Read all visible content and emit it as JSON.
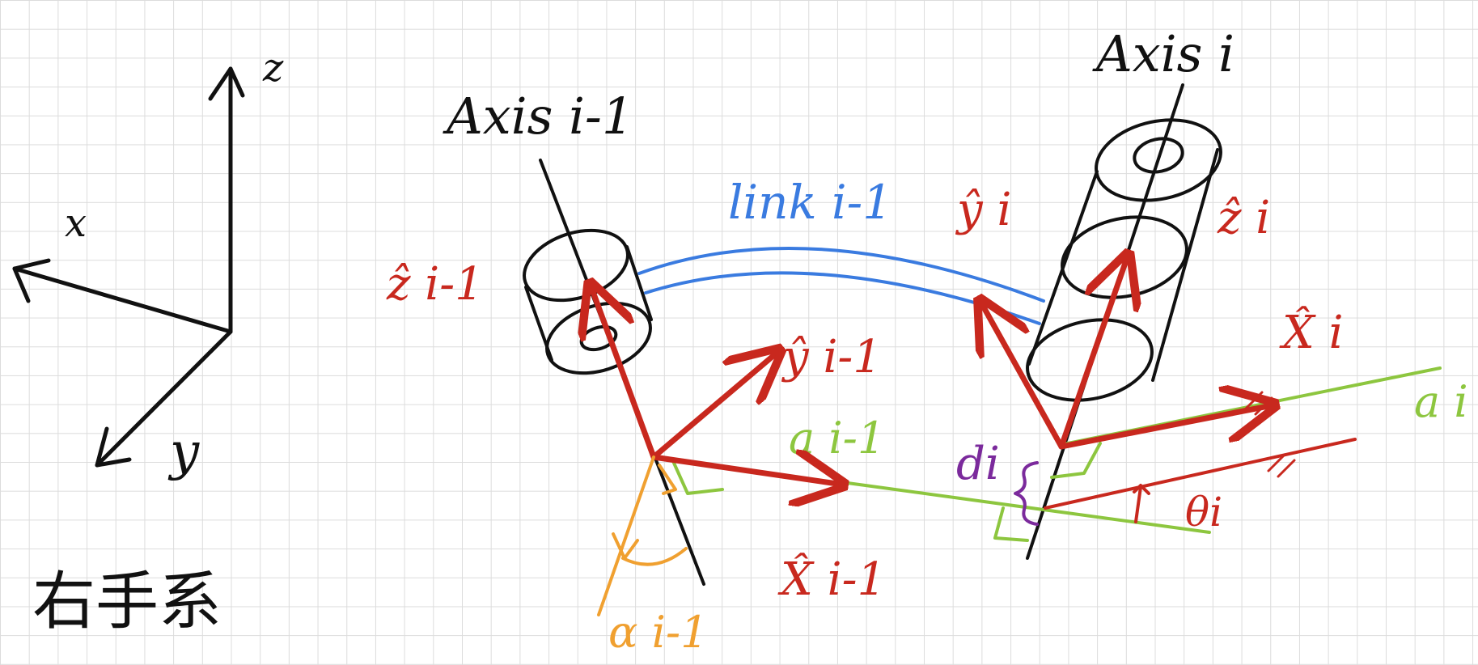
{
  "colors": {
    "black": "#111111",
    "red": "#c8281e",
    "blue": "#3a7be0",
    "green": "#8dc63f",
    "orange": "#f0a030",
    "purple": "#7b2a9c",
    "grid": "#dcdcdc"
  },
  "coordinate_frame": {
    "x_label": "x",
    "y_label": "y",
    "z_label": "z",
    "caption": "右手系"
  },
  "axis_labels": {
    "axis_prev": "Axis i-1",
    "axis_curr": "Axis i"
  },
  "link_label": "link i-1",
  "vector_labels": {
    "z_prev": "ẑ i-1",
    "y_prev": "ŷ i-1",
    "x_prev": "X̂ i-1",
    "z_curr": "ẑ i",
    "y_curr": "ŷ i",
    "x_curr": "X̂ i"
  },
  "parameter_labels": {
    "a_prev": "a i-1",
    "a_curr": "a i",
    "d_curr": "di",
    "theta_curr": "θi",
    "alpha_prev": "α i-1"
  }
}
